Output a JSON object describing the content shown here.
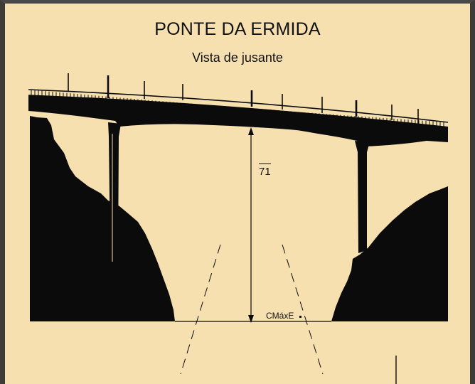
{
  "title": "PONTE DA ERMIDA",
  "subtitle": "Vista de jusante",
  "height_label": "71",
  "level_label": "CMáxE",
  "colors": {
    "background": "#f7e0b0",
    "ink": "#0b0b0b",
    "frame": "#3e3c38"
  }
}
